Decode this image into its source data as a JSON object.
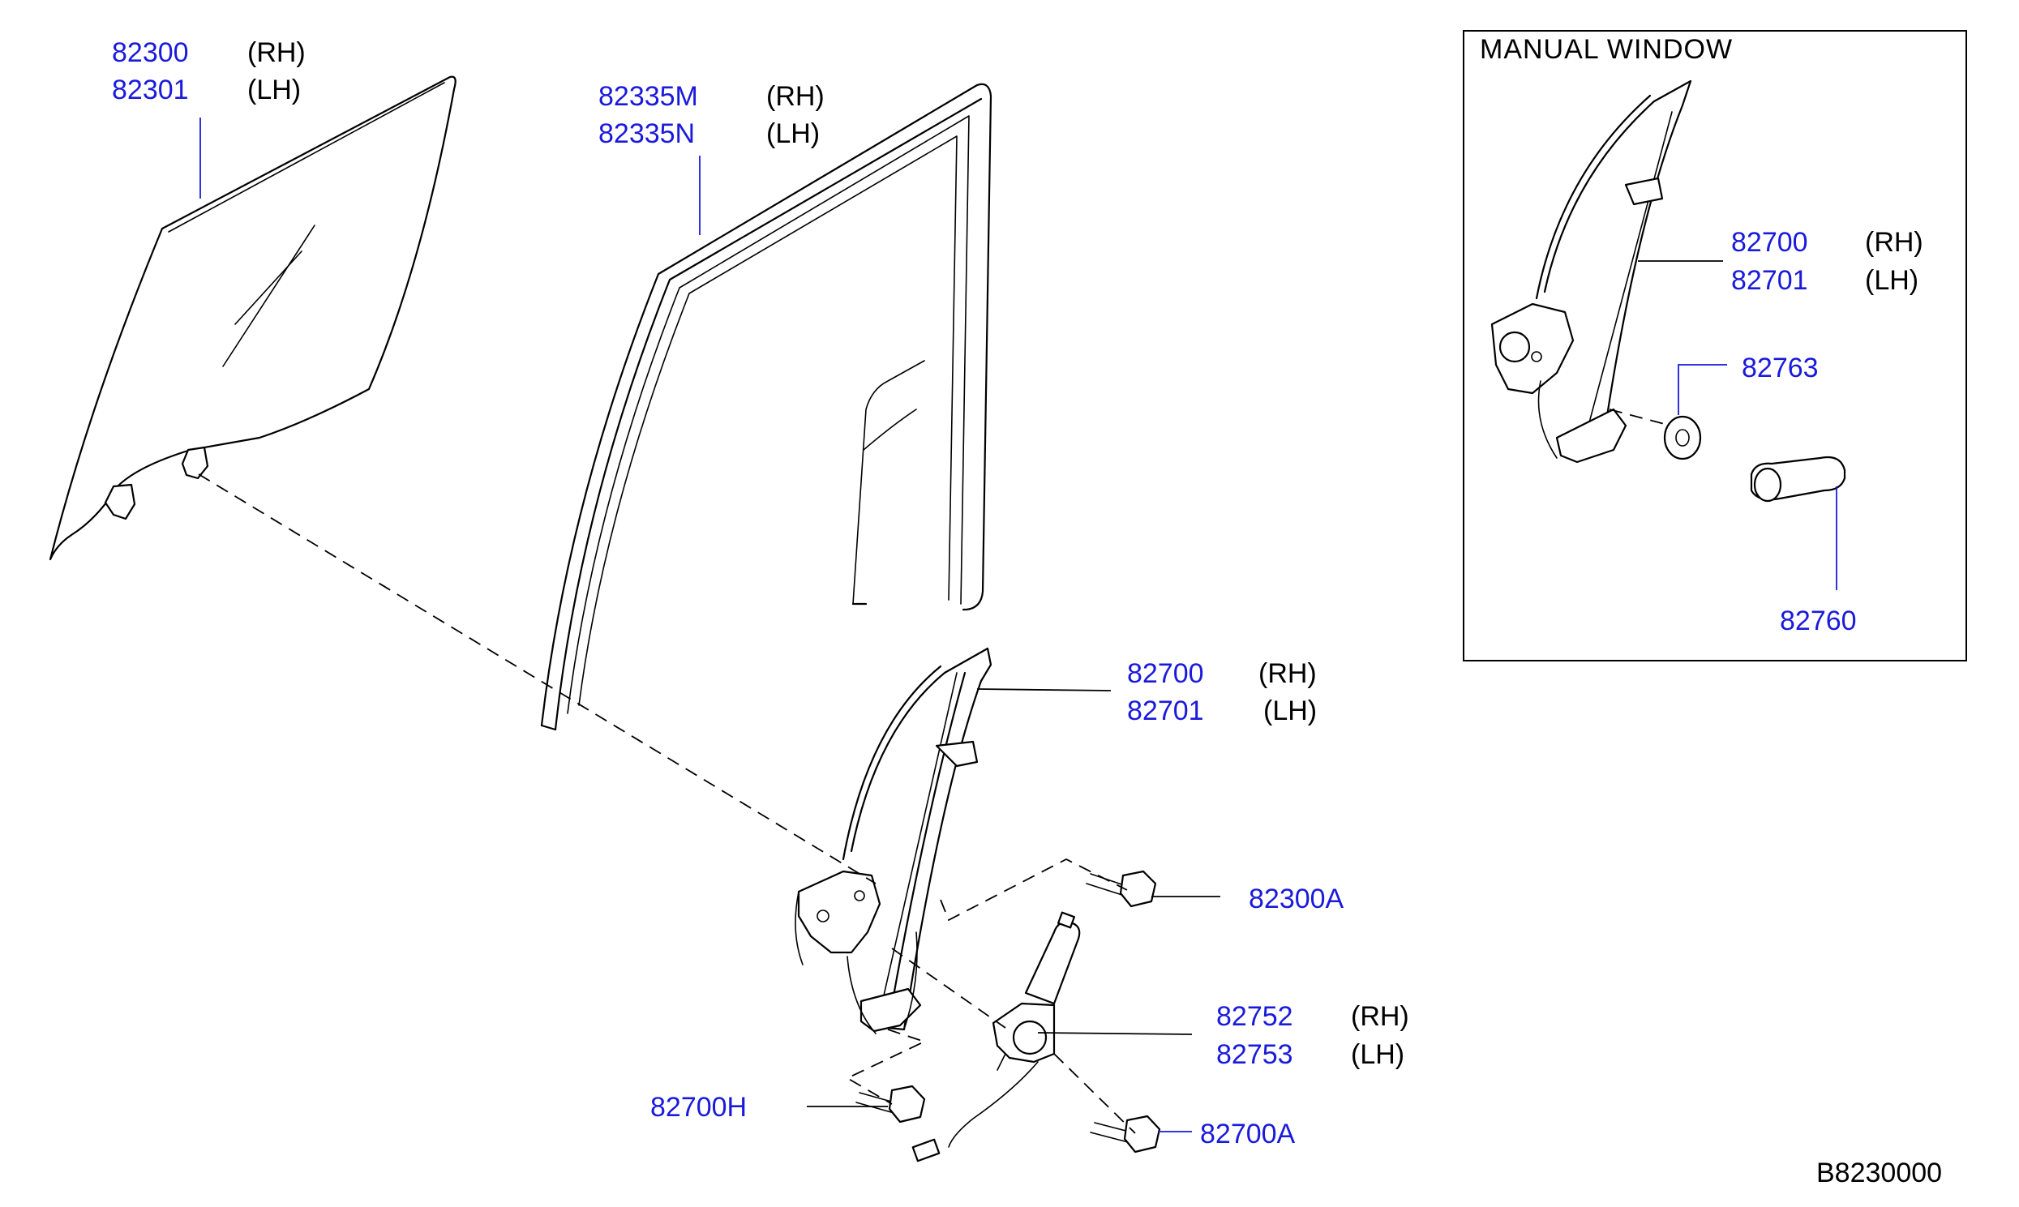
{
  "diagram_code": "B8230000",
  "inset": {
    "title": "MANUAL  WINDOW"
  },
  "colors": {
    "part_number": "#1a1adc",
    "text": "#000000",
    "line": "#000000",
    "background": "#ffffff"
  },
  "callouts": {
    "glass_rh": {
      "part": "82300",
      "side": "(RH)"
    },
    "glass_lh": {
      "part": "82301",
      "side": "(LH)"
    },
    "run_rh": {
      "part": "82335M",
      "side": "(RH)"
    },
    "run_lh": {
      "part": "82335N",
      "side": "(LH)"
    },
    "regulator_rh": {
      "part": "82700",
      "side": "(RH)"
    },
    "regulator_lh": {
      "part": "82701",
      "side": "(LH)"
    },
    "bolt_glass": {
      "part": "82300A"
    },
    "motor_rh": {
      "part": "82752",
      "side": "(RH)"
    },
    "motor_lh": {
      "part": "82753",
      "side": "(LH)"
    },
    "bolt_h": {
      "part": "82700H"
    },
    "bolt_a": {
      "part": "82700A"
    },
    "inset_regulator_rh": {
      "part": "82700",
      "side": "(RH)"
    },
    "inset_regulator_lh": {
      "part": "82701",
      "side": "(LH)"
    },
    "inset_escutcheon": {
      "part": "82763"
    },
    "inset_handle": {
      "part": "82760"
    }
  }
}
